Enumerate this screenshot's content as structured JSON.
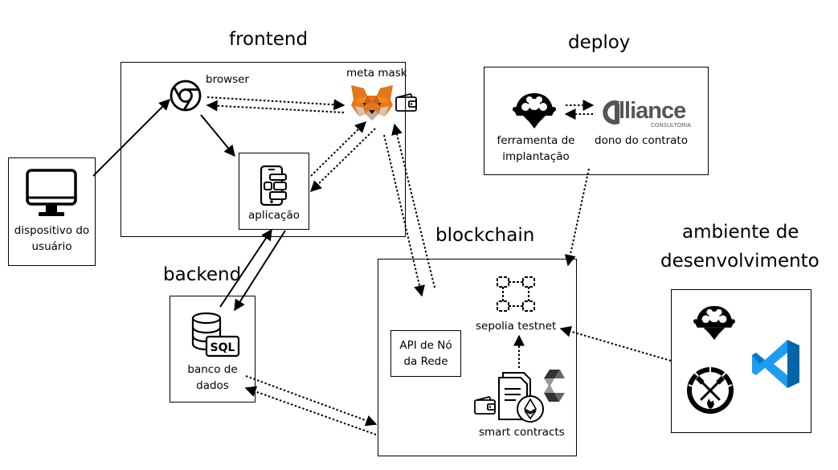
{
  "titles": {
    "frontend": "frontend",
    "deploy": "deploy",
    "backend": "backend",
    "blockchain": "blockchain",
    "ambiente_line1": "ambiente de",
    "ambiente_line2": "desenvolvimento"
  },
  "nodes": {
    "dispositivo_line1": "dispositivo do",
    "dispositivo_line2": "usuário",
    "browser": "browser",
    "metamask": "meta mask",
    "aplicacao": "aplicação",
    "ferramenta_line1": "ferramenta de",
    "ferramenta_line2": "implantação",
    "dono": "dono do contrato",
    "banco_line1": "banco de",
    "banco_line2": "dados",
    "api_line1": "API de Nó",
    "api_line2": "da Rede",
    "sepolia": "sepolia testnet",
    "smart_contracts": "smart contracts"
  },
  "logos": {
    "alliance": "lliance",
    "alliance_sub": "CONSULTORIA",
    "sql": "SQL"
  },
  "icons": [
    "monitor-icon",
    "chrome-icon",
    "metamask-fox-icon",
    "wallet-icon",
    "mobile-app-icon",
    "hardhat-icon",
    "alliance-logo-icon",
    "database-icon",
    "blockchain-network-icon",
    "document-icon",
    "ethereum-icon",
    "solidity-icon",
    "foundry-icon",
    "vscode-icon"
  ],
  "colors": {
    "metamask_orange": "#E2761B",
    "vscode_blue": "#0065A9",
    "vscode_light": "#1F9CF0"
  }
}
